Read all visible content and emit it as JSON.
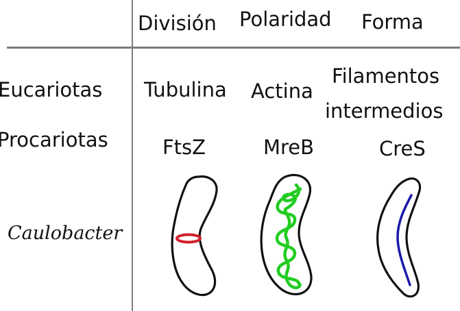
{
  "headers": {
    "division": "División",
    "polarity": "Polaridad",
    "shape": "Forma"
  },
  "rows": {
    "eukaryotes": {
      "label": "Eucariotas",
      "division": "Tubulina",
      "polarity": "Actina",
      "shape_line1": "Filamentos",
      "shape_line2": "intermedios"
    },
    "prokaryotes": {
      "label": "Procariotas",
      "division": "FtsZ",
      "polarity": "MreB",
      "shape": "CreS"
    }
  },
  "organism": "Caulobacter",
  "colors": {
    "grid_line": "#7b7b7b",
    "cell_outline": "#111111",
    "ftsz_ring": "#d11f2a",
    "mreb_helix": "#22cc22",
    "cres_filament": "#1a1aa8"
  }
}
